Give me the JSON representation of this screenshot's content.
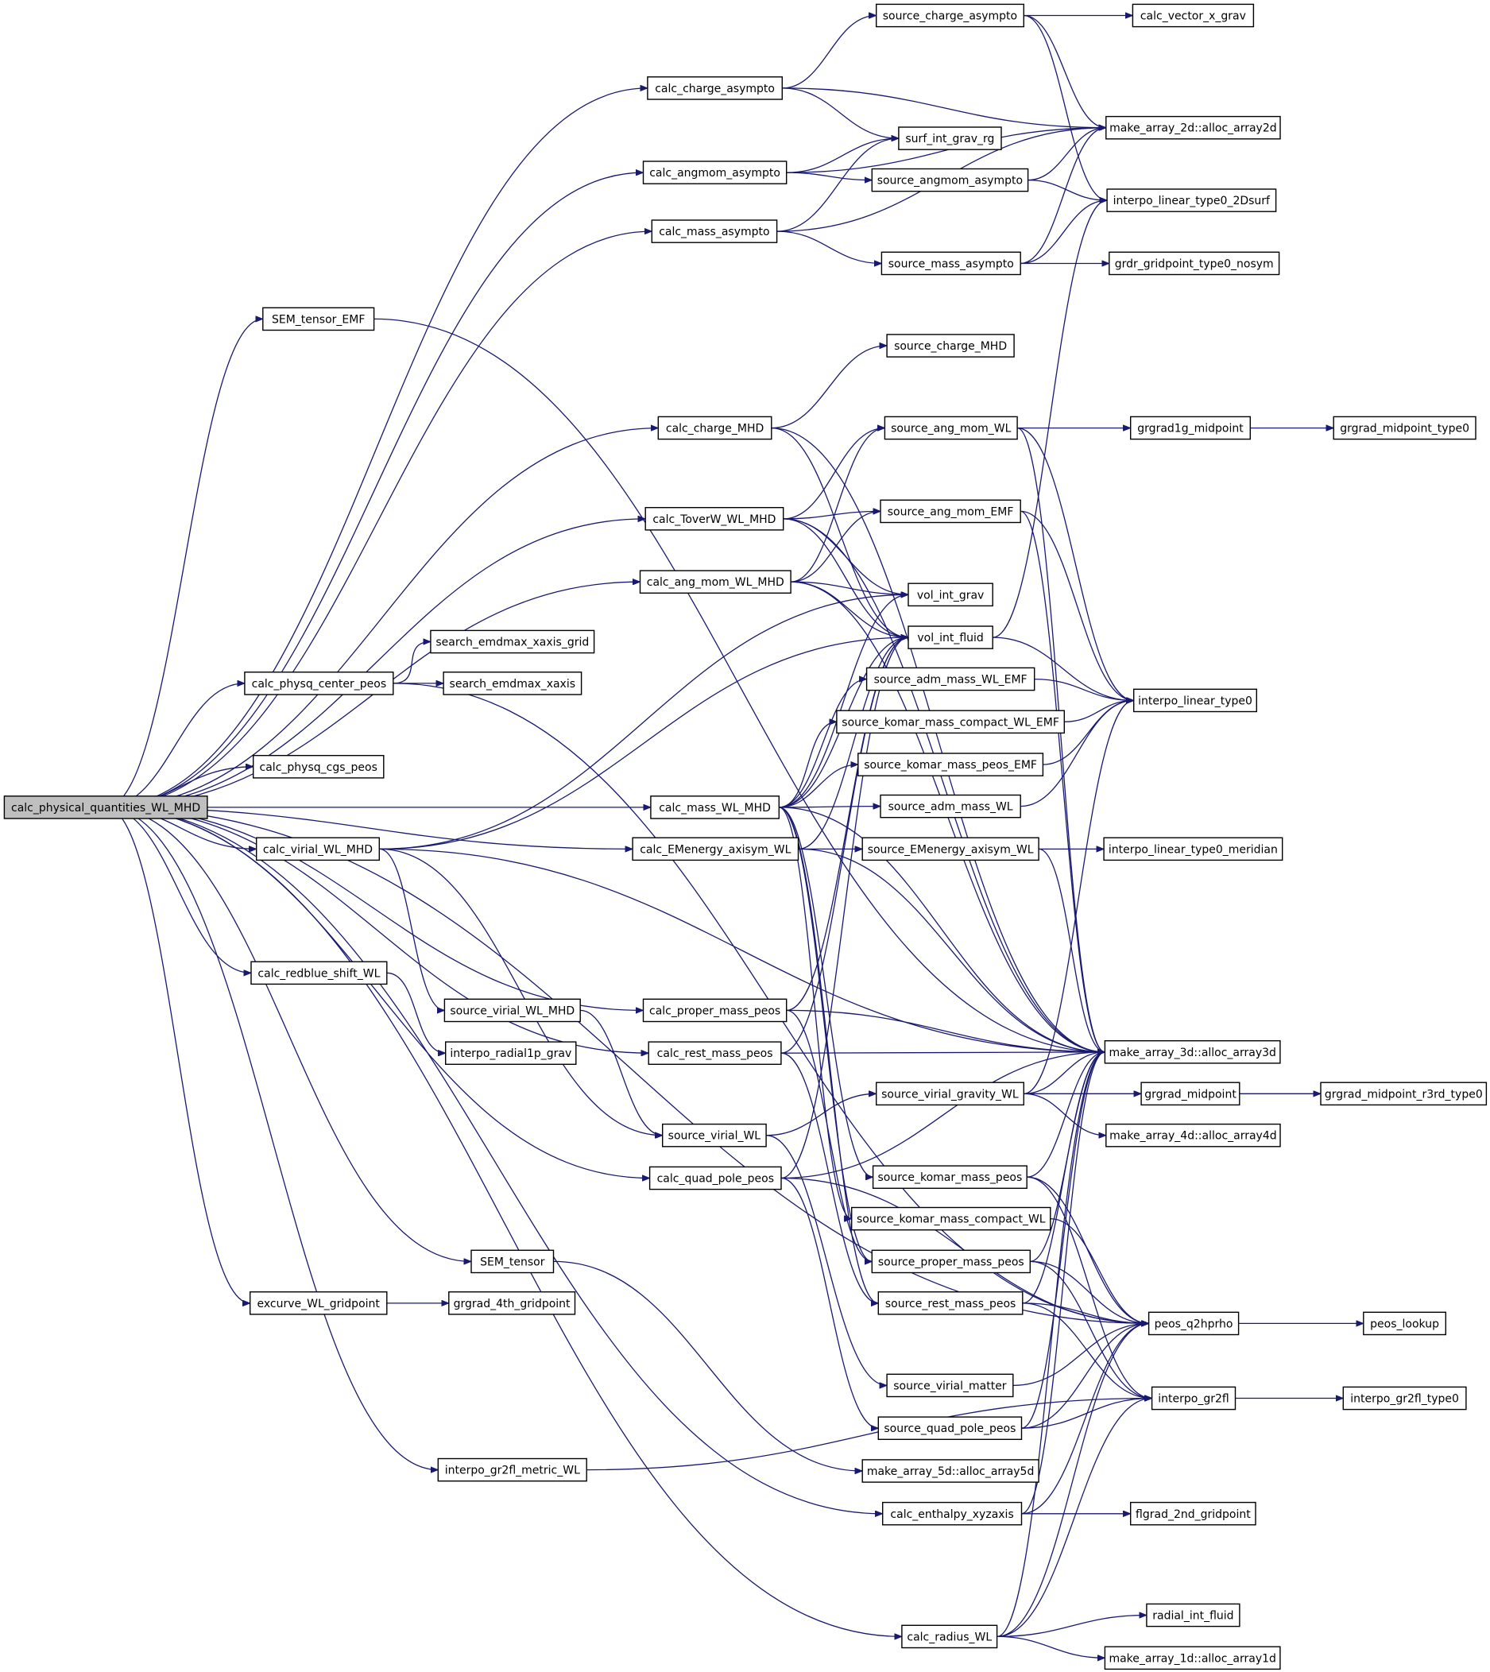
{
  "graph": {
    "root": "calc_physical_quantities_WL_MHD",
    "nodes": [
      "calc_physical_quantities_WL_MHD",
      "calc_charge_asympto",
      "source_charge_asympto",
      "calc_vector_x_grav",
      "make_array_2d::alloc_array2d",
      "surf_int_grav_rg",
      "calc_angmom_asympto",
      "source_angmom_asympto",
      "interpo_linear_type0_2Dsurf",
      "calc_mass_asympto",
      "source_mass_asympto",
      "grdr_gridpoint_type0_nosym",
      "SEM_tensor_EMF",
      "source_charge_MHD",
      "calc_charge_MHD",
      "source_ang_mom_WL",
      "grgrad1g_midpoint",
      "grgrad_midpoint_type0",
      "calc_ToverW_WL_MHD",
      "source_ang_mom_EMF",
      "calc_ang_mom_WL_MHD",
      "vol_int_grav",
      "search_emdmax_xaxis_grid",
      "vol_int_fluid",
      "calc_physq_center_peos",
      "search_emdmax_xaxis",
      "source_adm_mass_WL_EMF",
      "interpo_linear_type0",
      "source_komar_mass_compact_WL_EMF",
      "calc_physq_cgs_peos",
      "source_komar_mass_peos_EMF",
      "calc_mass_WL_MHD",
      "source_adm_mass_WL",
      "calc_virial_WL_MHD",
      "calc_EMenergy_axisym_WL",
      "source_EMenergy_axisym_WL",
      "interpo_linear_type0_meridian",
      "calc_redblue_shift_WL",
      "source_virial_WL_MHD",
      "calc_proper_mass_peos",
      "interpo_radial1p_grav",
      "calc_rest_mass_peos",
      "make_array_3d::alloc_array3d",
      "source_virial_gravity_WL",
      "grgrad_midpoint",
      "grgrad_midpoint_r3rd_type0",
      "source_virial_WL",
      "make_array_4d::alloc_array4d",
      "calc_quad_pole_peos",
      "source_komar_mass_peos",
      "source_komar_mass_compact_WL",
      "SEM_tensor",
      "source_proper_mass_peos",
      "excurve_WL_gridpoint",
      "grgrad_4th_gridpoint",
      "source_rest_mass_peos",
      "peos_q2hprho",
      "peos_lookup",
      "source_virial_matter",
      "interpo_gr2fl",
      "source_quad_pole_peos",
      "interpo_gr2fl_type0",
      "interpo_gr2fl_metric_WL",
      "make_array_5d::alloc_array5d",
      "calc_enthalpy_xyzaxis",
      "flgrad_2nd_gridpoint",
      "calc_radius_WL",
      "radial_int_fluid",
      "make_array_1d::alloc_array1d"
    ],
    "edges": [
      [
        "calc_physical_quantities_WL_MHD",
        "calc_charge_asympto"
      ],
      [
        "calc_physical_quantities_WL_MHD",
        "calc_angmom_asympto"
      ],
      [
        "calc_physical_quantities_WL_MHD",
        "calc_mass_asympto"
      ],
      [
        "calc_physical_quantities_WL_MHD",
        "SEM_tensor_EMF"
      ],
      [
        "calc_physical_quantities_WL_MHD",
        "calc_charge_MHD"
      ],
      [
        "calc_physical_quantities_WL_MHD",
        "calc_ToverW_WL_MHD"
      ],
      [
        "calc_physical_quantities_WL_MHD",
        "calc_ang_mom_WL_MHD"
      ],
      [
        "calc_physical_quantities_WL_MHD",
        "calc_physq_center_peos"
      ],
      [
        "calc_physical_quantities_WL_MHD",
        "calc_physq_cgs_peos"
      ],
      [
        "calc_physical_quantities_WL_MHD",
        "calc_mass_WL_MHD"
      ],
      [
        "calc_physical_quantities_WL_MHD",
        "calc_virial_WL_MHD"
      ],
      [
        "calc_physical_quantities_WL_MHD",
        "calc_EMenergy_axisym_WL"
      ],
      [
        "calc_physical_quantities_WL_MHD",
        "calc_redblue_shift_WL"
      ],
      [
        "calc_physical_quantities_WL_MHD",
        "calc_proper_mass_peos"
      ],
      [
        "calc_physical_quantities_WL_MHD",
        "calc_rest_mass_peos"
      ],
      [
        "calc_physical_quantities_WL_MHD",
        "calc_quad_pole_peos"
      ],
      [
        "calc_physical_quantities_WL_MHD",
        "SEM_tensor"
      ],
      [
        "calc_physical_quantities_WL_MHD",
        "excurve_WL_gridpoint"
      ],
      [
        "calc_physical_quantities_WL_MHD",
        "interpo_gr2fl_metric_WL"
      ],
      [
        "calc_physical_quantities_WL_MHD",
        "calc_radius_WL"
      ],
      [
        "calc_physical_quantities_WL_MHD",
        "calc_enthalpy_xyzaxis"
      ],
      [
        "calc_physical_quantities_WL_MHD",
        "peos_q2hprho"
      ],
      [
        "calc_charge_asympto",
        "source_charge_asympto"
      ],
      [
        "calc_charge_asympto",
        "make_array_2d::alloc_array2d"
      ],
      [
        "calc_charge_asympto",
        "surf_int_grav_rg"
      ],
      [
        "source_charge_asympto",
        "calc_vector_x_grav"
      ],
      [
        "source_charge_asympto",
        "make_array_2d::alloc_array2d"
      ],
      [
        "source_charge_asympto",
        "interpo_linear_type0_2Dsurf"
      ],
      [
        "calc_angmom_asympto",
        "make_array_2d::alloc_array2d"
      ],
      [
        "calc_angmom_asympto",
        "surf_int_grav_rg"
      ],
      [
        "calc_angmom_asympto",
        "source_angmom_asympto"
      ],
      [
        "source_angmom_asympto",
        "make_array_2d::alloc_array2d"
      ],
      [
        "source_angmom_asympto",
        "interpo_linear_type0_2Dsurf"
      ],
      [
        "calc_mass_asympto",
        "surf_int_grav_rg"
      ],
      [
        "calc_mass_asympto",
        "make_array_2d::alloc_array2d"
      ],
      [
        "calc_mass_asympto",
        "source_mass_asympto"
      ],
      [
        "source_mass_asympto",
        "make_array_2d::alloc_array2d"
      ],
      [
        "source_mass_asympto",
        "interpo_linear_type0_2Dsurf"
      ],
      [
        "source_mass_asympto",
        "grdr_gridpoint_type0_nosym"
      ],
      [
        "SEM_tensor_EMF",
        "make_array_3d::alloc_array3d"
      ],
      [
        "calc_charge_MHD",
        "source_charge_MHD"
      ],
      [
        "calc_charge_MHD",
        "make_array_3d::alloc_array3d"
      ],
      [
        "calc_charge_MHD",
        "vol_int_fluid"
      ],
      [
        "source_ang_mom_WL",
        "grgrad1g_midpoint"
      ],
      [
        "source_ang_mom_WL",
        "interpo_linear_type0"
      ],
      [
        "source_ang_mom_WL",
        "make_array_3d::alloc_array3d"
      ],
      [
        "grgrad1g_midpoint",
        "grgrad_midpoint_type0"
      ],
      [
        "calc_ToverW_WL_MHD",
        "source_ang_mom_WL"
      ],
      [
        "calc_ToverW_WL_MHD",
        "source_ang_mom_EMF"
      ],
      [
        "calc_ToverW_WL_MHD",
        "make_array_3d::alloc_array3d"
      ],
      [
        "calc_ToverW_WL_MHD",
        "vol_int_grav"
      ],
      [
        "calc_ToverW_WL_MHD",
        "vol_int_fluid"
      ],
      [
        "source_ang_mom_EMF",
        "interpo_linear_type0"
      ],
      [
        "source_ang_mom_EMF",
        "make_array_3d::alloc_array3d"
      ],
      [
        "calc_ang_mom_WL_MHD",
        "source_ang_mom_WL"
      ],
      [
        "calc_ang_mom_WL_MHD",
        "source_ang_mom_EMF"
      ],
      [
        "calc_ang_mom_WL_MHD",
        "make_array_3d::alloc_array3d"
      ],
      [
        "calc_ang_mom_WL_MHD",
        "vol_int_grav"
      ],
      [
        "calc_ang_mom_WL_MHD",
        "vol_int_fluid"
      ],
      [
        "vol_int_fluid",
        "interpo_linear_type0_2Dsurf"
      ],
      [
        "vol_int_fluid",
        "interpo_linear_type0"
      ],
      [
        "calc_physq_center_peos",
        "search_emdmax_xaxis_grid"
      ],
      [
        "calc_physq_center_peos",
        "search_emdmax_xaxis"
      ],
      [
        "calc_physq_center_peos",
        "peos_q2hprho"
      ],
      [
        "source_adm_mass_WL_EMF",
        "interpo_linear_type0"
      ],
      [
        "source_komar_mass_compact_WL_EMF",
        "interpo_linear_type0"
      ],
      [
        "source_komar_mass_peos_EMF",
        "interpo_linear_type0"
      ],
      [
        "calc_mass_WL_MHD",
        "vol_int_grav"
      ],
      [
        "calc_mass_WL_MHD",
        "vol_int_fluid"
      ],
      [
        "calc_mass_WL_MHD",
        "source_adm_mass_WL_EMF"
      ],
      [
        "calc_mass_WL_MHD",
        "source_komar_mass_compact_WL_EMF"
      ],
      [
        "calc_mass_WL_MHD",
        "source_komar_mass_peos_EMF"
      ],
      [
        "calc_mass_WL_MHD",
        "source_adm_mass_WL"
      ],
      [
        "calc_mass_WL_MHD",
        "make_array_3d::alloc_array3d"
      ],
      [
        "calc_mass_WL_MHD",
        "source_komar_mass_peos"
      ],
      [
        "calc_mass_WL_MHD",
        "source_komar_mass_compact_WL"
      ],
      [
        "calc_mass_WL_MHD",
        "source_proper_mass_peos"
      ],
      [
        "calc_mass_WL_MHD",
        "source_rest_mass_peos"
      ],
      [
        "source_adm_mass_WL",
        "interpo_linear_type0"
      ],
      [
        "calc_virial_WL_MHD",
        "vol_int_grav"
      ],
      [
        "calc_virial_WL_MHD",
        "vol_int_fluid"
      ],
      [
        "calc_virial_WL_MHD",
        "make_array_3d::alloc_array3d"
      ],
      [
        "calc_virial_WL_MHD",
        "source_virial_WL_MHD"
      ],
      [
        "calc_virial_WL_MHD",
        "source_virial_WL"
      ],
      [
        "calc_EMenergy_axisym_WL",
        "source_EMenergy_axisym_WL"
      ],
      [
        "calc_EMenergy_axisym_WL",
        "make_array_3d::alloc_array3d"
      ],
      [
        "calc_EMenergy_axisym_WL",
        "vol_int_fluid"
      ],
      [
        "source_EMenergy_axisym_WL",
        "interpo_linear_type0_meridian"
      ],
      [
        "source_EMenergy_axisym_WL",
        "make_array_3d::alloc_array3d"
      ],
      [
        "calc_redblue_shift_WL",
        "interpo_radial1p_grav"
      ],
      [
        "source_virial_WL_MHD",
        "source_virial_WL"
      ],
      [
        "calc_proper_mass_peos",
        "vol_int_fluid"
      ],
      [
        "calc_proper_mass_peos",
        "make_array_3d::alloc_array3d"
      ],
      [
        "calc_proper_mass_peos",
        "source_proper_mass_peos"
      ],
      [
        "calc_rest_mass_peos",
        "make_array_3d::alloc_array3d"
      ],
      [
        "calc_rest_mass_peos",
        "vol_int_fluid"
      ],
      [
        "calc_rest_mass_peos",
        "source_rest_mass_peos"
      ],
      [
        "source_virial_gravity_WL",
        "make_array_3d::alloc_array3d"
      ],
      [
        "source_virial_gravity_WL",
        "grgrad_midpoint"
      ],
      [
        "source_virial_gravity_WL",
        "make_array_4d::alloc_array4d"
      ],
      [
        "source_virial_gravity_WL",
        "interpo_linear_type0"
      ],
      [
        "grgrad_midpoint",
        "grgrad_midpoint_r3rd_type0"
      ],
      [
        "source_virial_WL",
        "source_virial_gravity_WL"
      ],
      [
        "source_virial_WL",
        "source_virial_matter"
      ],
      [
        "calc_quad_pole_peos",
        "make_array_3d::alloc_array3d"
      ],
      [
        "calc_quad_pole_peos",
        "source_quad_pole_peos"
      ],
      [
        "calc_quad_pole_peos",
        "peos_q2hprho"
      ],
      [
        "calc_quad_pole_peos",
        "vol_int_fluid"
      ],
      [
        "source_komar_mass_peos",
        "make_array_3d::alloc_array3d"
      ],
      [
        "source_komar_mass_peos",
        "peos_q2hprho"
      ],
      [
        "source_komar_mass_peos",
        "interpo_gr2fl"
      ],
      [
        "source_komar_mass_compact_WL",
        "peos_q2hprho"
      ],
      [
        "SEM_tensor",
        "make_array_5d::alloc_array5d"
      ],
      [
        "source_proper_mass_peos",
        "make_array_3d::alloc_array3d"
      ],
      [
        "source_proper_mass_peos",
        "peos_q2hprho"
      ],
      [
        "source_proper_mass_peos",
        "interpo_gr2fl"
      ],
      [
        "excurve_WL_gridpoint",
        "grgrad_4th_gridpoint"
      ],
      [
        "source_rest_mass_peos",
        "make_array_3d::alloc_array3d"
      ],
      [
        "source_rest_mass_peos",
        "peos_q2hprho"
      ],
      [
        "source_rest_mass_peos",
        "interpo_gr2fl"
      ],
      [
        "peos_q2hprho",
        "peos_lookup"
      ],
      [
        "source_virial_matter",
        "peos_q2hprho"
      ],
      [
        "interpo_gr2fl",
        "interpo_gr2fl_type0"
      ],
      [
        "source_quad_pole_peos",
        "make_array_3d::alloc_array3d"
      ],
      [
        "source_quad_pole_peos",
        "peos_q2hprho"
      ],
      [
        "source_quad_pole_peos",
        "interpo_gr2fl"
      ],
      [
        "interpo_gr2fl_metric_WL",
        "interpo_gr2fl"
      ],
      [
        "calc_enthalpy_xyzaxis",
        "make_array_3d::alloc_array3d"
      ],
      [
        "calc_enthalpy_xyzaxis",
        "peos_q2hprho"
      ],
      [
        "calc_enthalpy_xyzaxis",
        "flgrad_2nd_gridpoint"
      ],
      [
        "calc_radius_WL",
        "make_array_3d::alloc_array3d"
      ],
      [
        "calc_radius_WL",
        "peos_q2hprho"
      ],
      [
        "calc_radius_WL",
        "interpo_gr2fl"
      ],
      [
        "calc_radius_WL",
        "radial_int_fluid"
      ],
      [
        "calc_radius_WL",
        "make_array_1d::alloc_array1d"
      ]
    ]
  }
}
